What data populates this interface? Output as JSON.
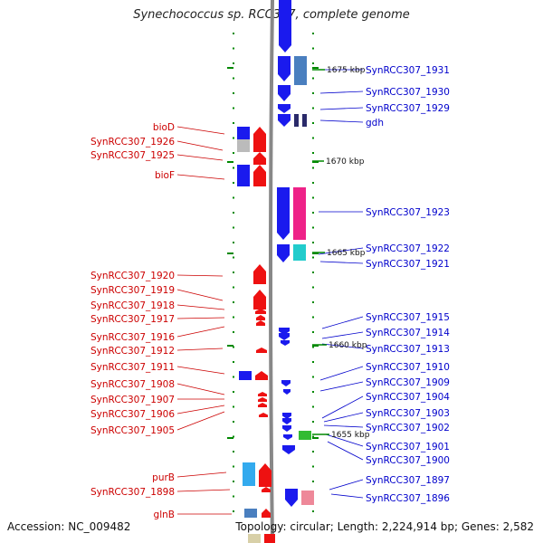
{
  "title": "Synechococcus sp. RCC307, complete genome",
  "accession": "Accession: NC_009482",
  "topology": "Topology: circular; Length: 2,224,914 bp; Genes: 2,582",
  "colors": {
    "forward_label": "#cc0000",
    "reverse_label": "#0000cc",
    "backbone": "#888888",
    "tick": "#008800"
  },
  "ruler": [
    {
      "kbp": "1675 kbp"
    },
    {
      "kbp": "1670 kbp"
    },
    {
      "kbp": "1665 kbp"
    },
    {
      "kbp": "1660 kbp"
    },
    {
      "kbp": "1655 kbp"
    }
  ],
  "left_labels": [
    "bioD",
    "SynRCC307_1926",
    "SynRCC307_1925",
    "bioF",
    "SynRCC307_1920",
    "SynRCC307_1919",
    "SynRCC307_1918",
    "SynRCC307_1917",
    "SynRCC307_1916",
    "SynRCC307_1912",
    "SynRCC307_1911",
    "SynRCC307_1908",
    "SynRCC307_1907",
    "SynRCC307_1906",
    "SynRCC307_1905",
    "purB",
    "SynRCC307_1898",
    "glnB"
  ],
  "right_labels": [
    "SynRCC307_1931",
    "SynRCC307_1930",
    "SynRCC307_1929",
    "gdh",
    "SynRCC307_1923",
    "SynRCC307_1922",
    "SynRCC307_1921",
    "SynRCC307_1915",
    "SynRCC307_1914",
    "SynRCC307_1913",
    "SynRCC307_1910",
    "SynRCC307_1909",
    "SynRCC307_1904",
    "SynRCC307_1903",
    "SynRCC307_1902",
    "SynRCC307_1901",
    "SynRCC307_1900",
    "SynRCC307_1897",
    "SynRCC307_1896"
  ]
}
